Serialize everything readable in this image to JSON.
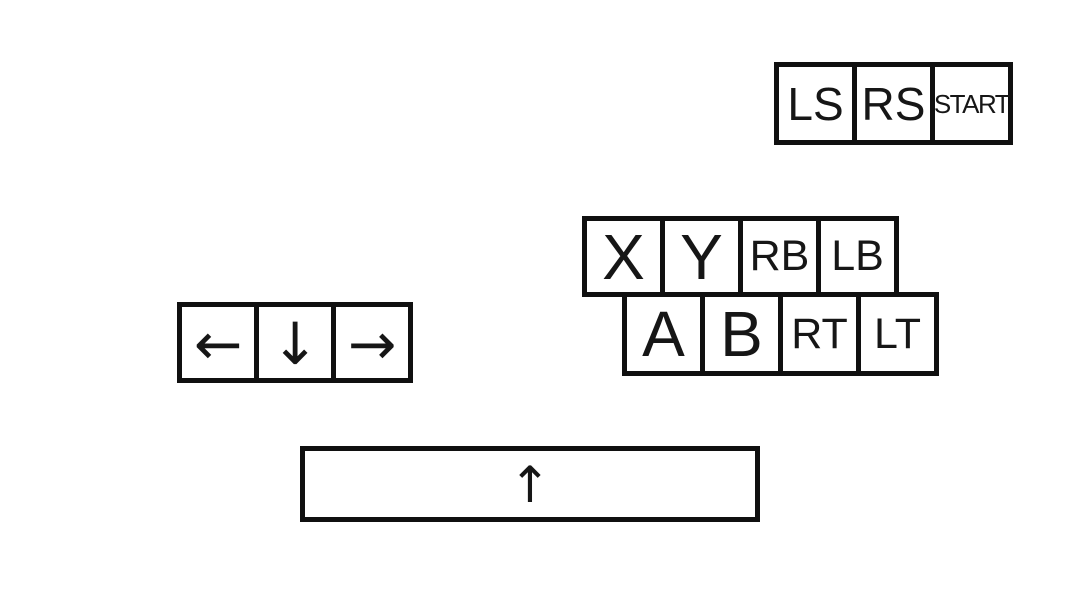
{
  "theme": {
    "background": "#ffffff",
    "key_fill": "#ffffff",
    "outline_color": "#101010",
    "text_color": "#161616"
  },
  "keymap": {
    "system_row": {
      "keys": [
        {
          "id": "ls",
          "label": "LS"
        },
        {
          "id": "rs",
          "label": "RS"
        },
        {
          "id": "start",
          "label": "START"
        }
      ]
    },
    "face_top_row": {
      "keys": [
        {
          "id": "x",
          "label": "X"
        },
        {
          "id": "y",
          "label": "Y"
        },
        {
          "id": "rb",
          "label": "RB"
        },
        {
          "id": "lb",
          "label": "LB"
        }
      ]
    },
    "face_bottom_row": {
      "keys": [
        {
          "id": "a",
          "label": "A"
        },
        {
          "id": "b",
          "label": "B"
        },
        {
          "id": "rt",
          "label": "RT"
        },
        {
          "id": "lt",
          "label": "LT"
        }
      ]
    },
    "direction_row": {
      "keys": [
        {
          "id": "left",
          "icon": "left-arrow",
          "label": "←"
        },
        {
          "id": "down",
          "icon": "down-arrow",
          "label": "↓"
        },
        {
          "id": "right",
          "icon": "right-arrow",
          "label": "→"
        }
      ]
    },
    "spacebar": {
      "id": "up",
      "icon": "up-arrow",
      "label": "↑"
    }
  }
}
